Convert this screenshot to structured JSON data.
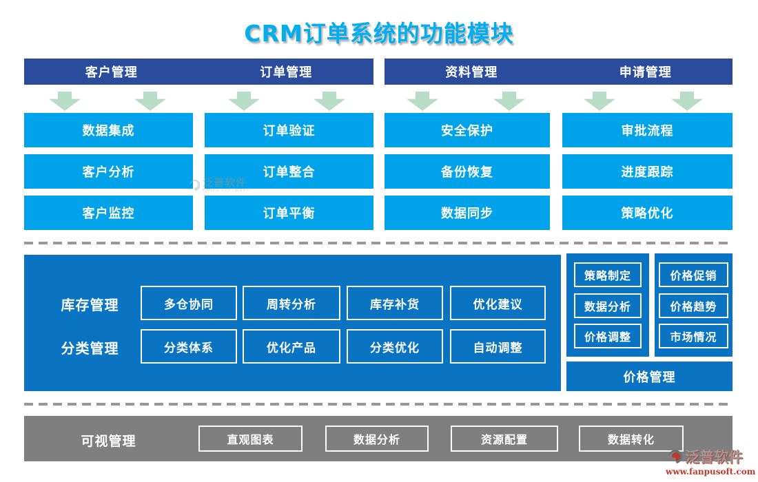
{
  "title": "CRM订单系统的功能模块",
  "colors": {
    "title_cyan": "#00aeef",
    "header_navy": "#2b4b9c",
    "box_cyan": "#00a3e9",
    "panel_blue": "#0a74c2",
    "arrow_green": "#b9dcc8",
    "dash_gray": "#96999c",
    "bar_gray": "#7f7f7f",
    "logo_red": "#c0392b",
    "logo_gray": "#9a9a9a"
  },
  "top_section": {
    "groups": [
      {
        "header": "客户管理",
        "items": [
          "数据集成",
          "客户分析",
          "客户监控"
        ]
      },
      {
        "header": "订单管理",
        "items": [
          "订单验证",
          "订单整合",
          "订单平衡"
        ]
      },
      {
        "header": "资料管理",
        "items": [
          "安全保护",
          "备份恢复",
          "数据同步"
        ]
      },
      {
        "header": "申请管理",
        "items": [
          "审批流程",
          "进度跟踪",
          "策略优化"
        ]
      }
    ]
  },
  "middle_section": {
    "left_panel": {
      "rows": [
        {
          "label": "库存管理",
          "items": [
            "多仓协同",
            "周转分析",
            "库存补货",
            "优化建议"
          ]
        },
        {
          "label": "分类管理",
          "items": [
            "分类体系",
            "优化产品",
            "分类优化",
            "自动调整"
          ]
        }
      ]
    },
    "right_panel": {
      "columns": [
        {
          "items": [
            "策略制定",
            "数据分析",
            "价格调整"
          ]
        },
        {
          "items": [
            "价格促销",
            "价格趋势",
            "市场情况"
          ]
        }
      ],
      "footer": "价格管理"
    }
  },
  "bottom_section": {
    "label": "可视管理",
    "items": [
      "直观图表",
      "数据分析",
      "资源配置",
      "数据转化"
    ]
  },
  "watermark": {
    "text": "泛普软件",
    "subtext": "FANPU SOFTWARE"
  },
  "logo": {
    "name": "泛普软件",
    "url": "www.fanpusoft.com"
  }
}
